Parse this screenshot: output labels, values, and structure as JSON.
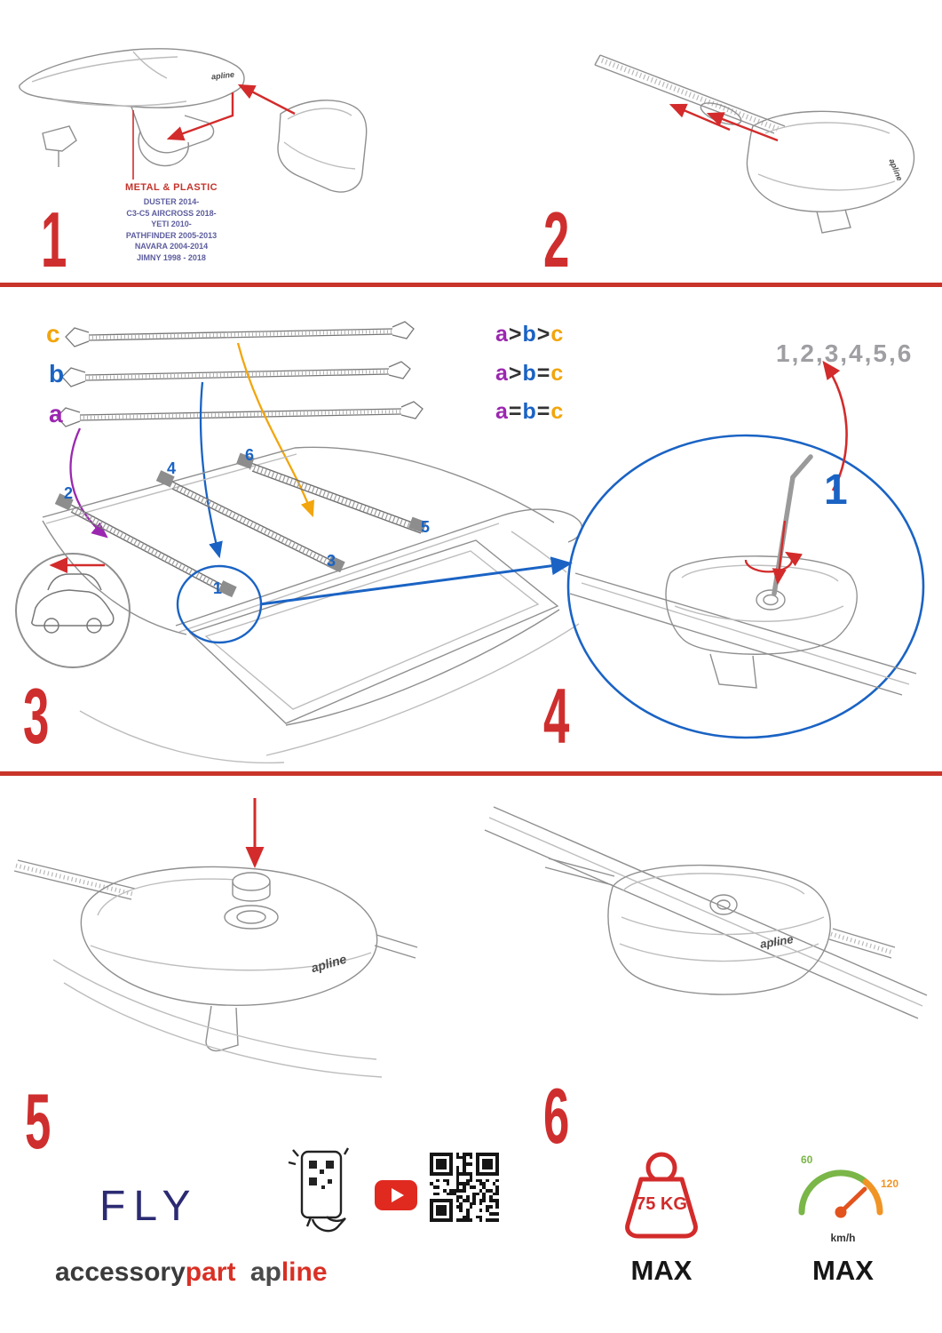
{
  "colors": {
    "accent_red": "#d32b2b",
    "blue": "#1a63c4",
    "purple": "#9b27b0",
    "orange": "#f2a50c",
    "navy": "#2b2a72",
    "gray_sequence": "#9e9ea3"
  },
  "panel1": {
    "step": "1",
    "material_note": "METAL & PLASTIC",
    "models": [
      "DUSTER 2014-",
      "C3-C5 AIRCROSS 2018-",
      "YETI 2010-",
      "PATHFINDER 2005-2013",
      "NAVARA 2004-2014",
      "JIMNY 1998 - 2018"
    ],
    "logo": "apline"
  },
  "panel2": {
    "step": "2",
    "logo": "apline"
  },
  "panel3": {
    "step": "3",
    "bar_labels": [
      "c",
      "b",
      "a"
    ],
    "legend": [
      {
        "a": "a",
        "o1": ">",
        "b": "b",
        "o2": ">",
        "c": "c"
      },
      {
        "a": "a",
        "o1": ">",
        "b": "b",
        "o2": "=",
        "c": "c"
      },
      {
        "a": "a",
        "o1": "=",
        "b": "b",
        "o2": "=",
        "c": "c"
      }
    ],
    "positions": [
      "1",
      "2",
      "3",
      "4",
      "5",
      "6"
    ]
  },
  "panel4": {
    "step": "4",
    "sequence": "1,2,3,4,5,6",
    "callout": "1"
  },
  "panel5": {
    "step": "5",
    "logo": "apline"
  },
  "panel6": {
    "step": "6",
    "logo": "apline"
  },
  "footer": {
    "product": "FLY",
    "brand": {
      "accessory": "accessory",
      "part": "part",
      "ap": "ap",
      "line": "line"
    },
    "weight": {
      "value": "75 KG",
      "max": "MAX"
    },
    "speed": {
      "low": "60",
      "high": "120",
      "unit": "km/h",
      "max": "MAX"
    }
  }
}
